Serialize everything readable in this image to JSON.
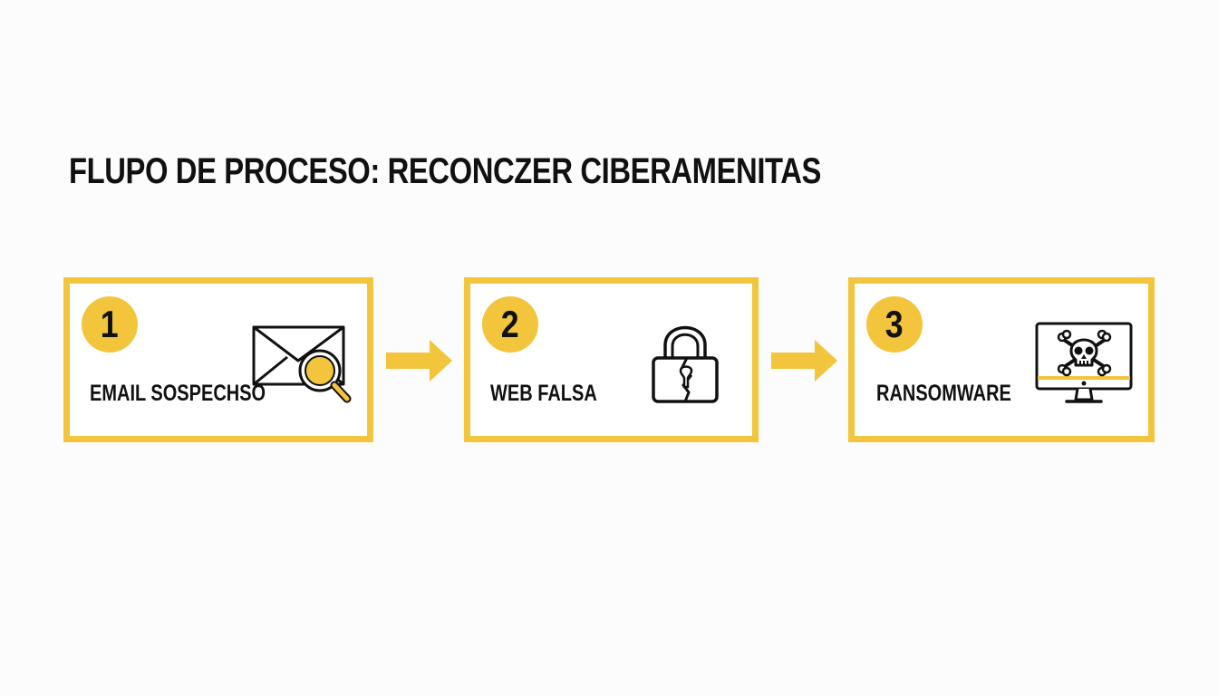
{
  "title": "FLUPO DE PROCESO: RECONCZER CIBERAMENITAS",
  "colors": {
    "accent": "#f2c53d",
    "ink": "#111111",
    "background": "#fbfcfb"
  },
  "steps": [
    {
      "number": "1",
      "label": "EMAIL SOSPECHSO",
      "icon": "envelope-magnifier-icon"
    },
    {
      "number": "2",
      "label": "WEB FALSA",
      "icon": "broken-padlock-icon"
    },
    {
      "number": "3",
      "label": "RANSOMWARE",
      "icon": "monitor-skull-icon"
    }
  ],
  "connectors": [
    "arrow-right-icon",
    "arrow-right-icon"
  ]
}
